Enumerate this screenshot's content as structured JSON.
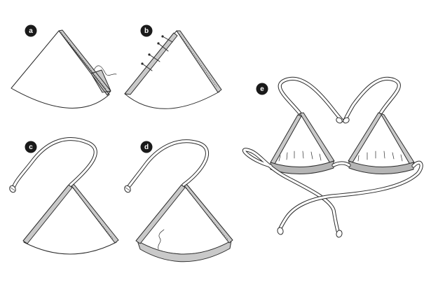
{
  "steps": [
    {
      "label": "a",
      "description_visible": ""
    },
    {
      "label": "b",
      "description_visible": ""
    },
    {
      "label": "c",
      "description_visible": ""
    },
    {
      "label": "d",
      "description_visible": ""
    },
    {
      "label": "e",
      "description_visible": ""
    }
  ],
  "colors": {
    "outline": "#2b2b2b",
    "binding_fill": "#c9c9c9",
    "label_badge": "#1a1a1a",
    "background": "#ffffff"
  }
}
